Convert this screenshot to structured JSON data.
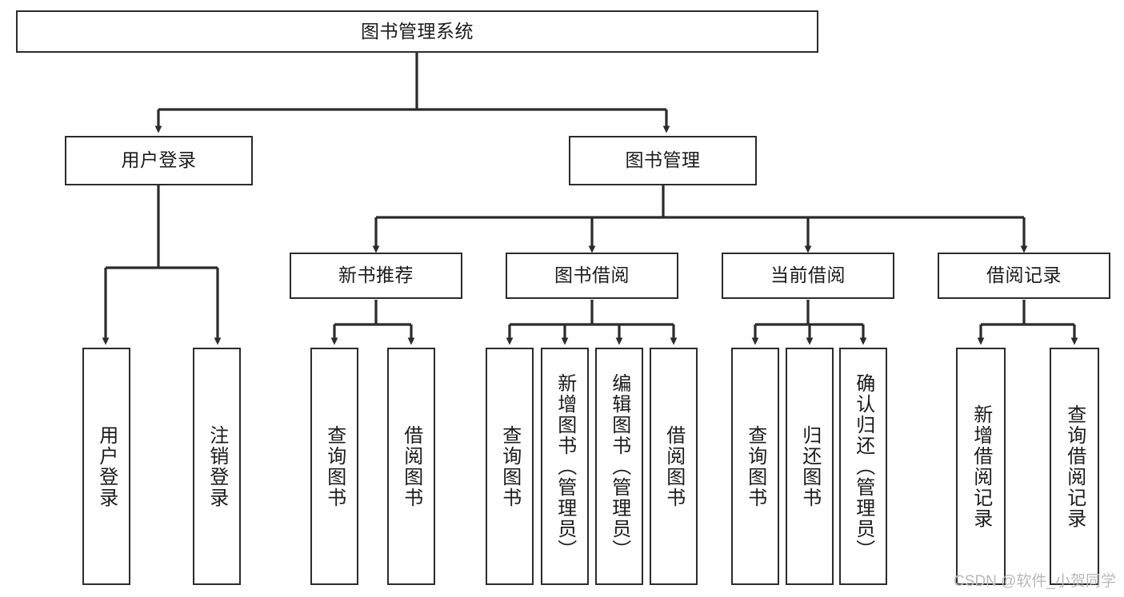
{
  "diagram": {
    "title": "图书管理系统",
    "type": "tree-hierarchy-diagram",
    "colors": {
      "stroke": "#2b2b2b",
      "fill": "#ffffff",
      "text": "#1b1b1b",
      "watermark": "#b9b9b9"
    },
    "root": {
      "label": "图书管理系统"
    },
    "level2": [
      {
        "label": "用户登录"
      },
      {
        "label": "图书管理"
      }
    ],
    "level3": [
      {
        "label": "新书推荐"
      },
      {
        "label": "图书借阅"
      },
      {
        "label": "当前借阅"
      },
      {
        "label": "借阅记录"
      }
    ],
    "leaves": {
      "user_login": [
        {
          "label": "用户登录"
        },
        {
          "label": "注销登录"
        }
      ],
      "new_book_recommend": [
        {
          "label": "查询图书"
        },
        {
          "label": "借阅图书"
        }
      ],
      "book_borrow": [
        {
          "label": "查询图书"
        },
        {
          "label": "新增图书（管理员）"
        },
        {
          "label": "编辑图书（管理员）"
        },
        {
          "label": "借阅图书"
        }
      ],
      "current_borrow": [
        {
          "label": "查询图书"
        },
        {
          "label": "归还图书"
        },
        {
          "label": "确认归还（管理员）"
        }
      ],
      "borrow_records": [
        {
          "label": "新增借阅记录"
        },
        {
          "label": "查询借阅记录"
        }
      ]
    }
  },
  "watermark": {
    "text": "CSDN @软件_小贺同学"
  }
}
